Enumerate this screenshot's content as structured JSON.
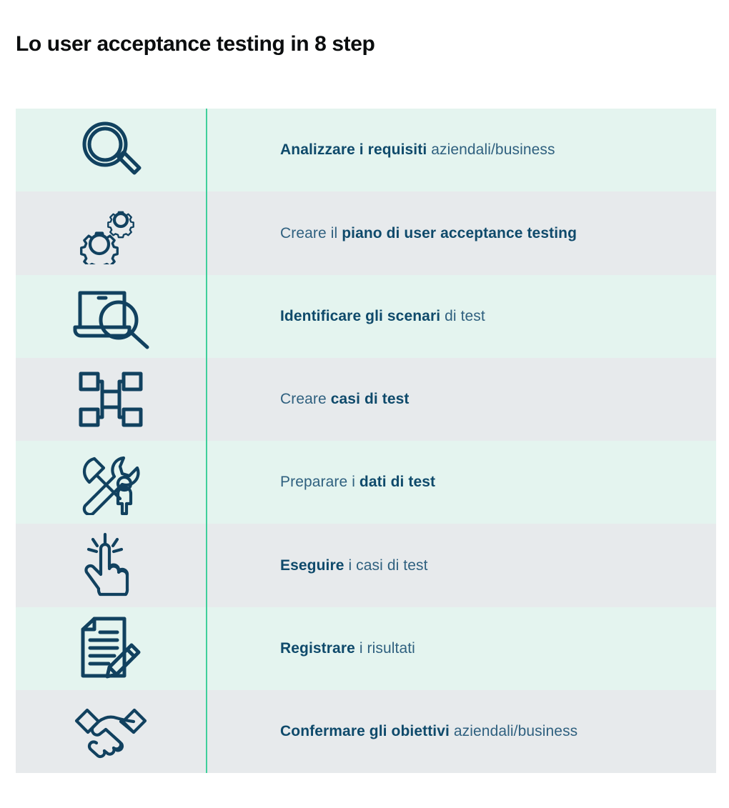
{
  "title": "Lo user acceptance testing in 8 step",
  "colors": {
    "row_mint": "#e4f4ef",
    "row_gray": "#e7eaec",
    "divider_green": "#3fcf9b",
    "text_navy_bold": "#0f4a6b",
    "text_navy_regular": "#2f607f",
    "icon_stroke": "#11415f",
    "title_black": "#0b0d0e",
    "page_background": "#ffffff"
  },
  "steps": [
    {
      "index": 1,
      "icon": "magnifying-glass-icon",
      "bold_first": true,
      "bold_text": "Analizzare i requisiti",
      "regular_text": " aziendali/business",
      "full_text": "Analizzare i requisiti aziendali/business",
      "row_tint": "mint"
    },
    {
      "index": 2,
      "icon": "gears-icon",
      "bold_first": false,
      "regular_text": "Creare il ",
      "bold_text": "piano di user acceptance testing",
      "full_text": "Creare il piano di user acceptance testing",
      "row_tint": "gray"
    },
    {
      "index": 3,
      "icon": "laptop-search-icon",
      "bold_first": true,
      "bold_text": "Identificare gli scenari",
      "regular_text": " di test",
      "full_text": "Identificare gli scenari di test",
      "row_tint": "mint"
    },
    {
      "index": 4,
      "icon": "network-diagram-icon",
      "bold_first": false,
      "regular_text": "Creare ",
      "bold_text": "casi di test",
      "full_text": "Creare casi di test",
      "row_tint": "gray"
    },
    {
      "index": 5,
      "icon": "tools-person-icon",
      "bold_first": false,
      "regular_text": "Preparare i ",
      "bold_text": "dati di test",
      "full_text": "Preparare i dati di test",
      "row_tint": "mint"
    },
    {
      "index": 6,
      "icon": "pointing-hand-click-icon",
      "bold_first": true,
      "bold_text": "Eseguire",
      "regular_text": " i casi di test",
      "full_text": "Eseguire i casi di test",
      "row_tint": "gray"
    },
    {
      "index": 7,
      "icon": "document-pencil-icon",
      "bold_first": true,
      "bold_text": "Registrare",
      "regular_text": " i risultati",
      "full_text": "Registrare i risultati",
      "row_tint": "mint"
    },
    {
      "index": 8,
      "icon": "handshake-icon",
      "bold_first": true,
      "bold_text": "Confermare gli obiettivi",
      "regular_text": " aziendali/business",
      "full_text": "Confermare gli obiettivi aziendali/business",
      "row_tint": "gray"
    }
  ]
}
